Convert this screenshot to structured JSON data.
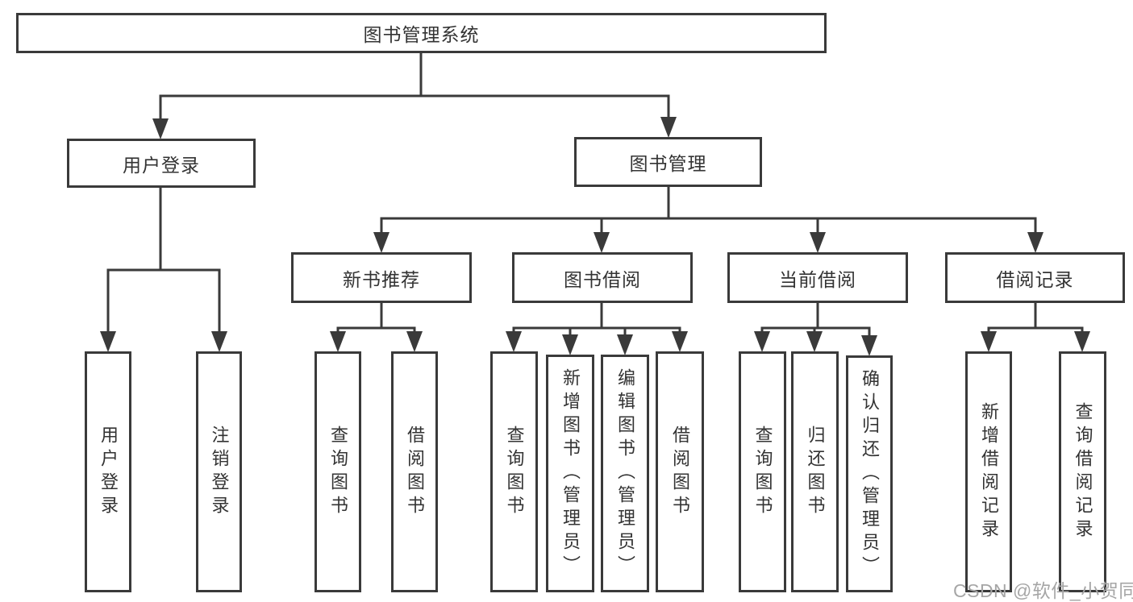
{
  "diagram": {
    "root": {
      "label": "图书管理系统"
    },
    "branches": [
      {
        "label": "用户登录",
        "children": [
          {
            "label": "用户登录"
          },
          {
            "label": "注销登录"
          }
        ]
      },
      {
        "label": "图书管理",
        "children": [
          {
            "label": "新书推荐",
            "children": [
              {
                "label": "查询图书"
              },
              {
                "label": "借阅图书"
              }
            ]
          },
          {
            "label": "图书借阅",
            "children": [
              {
                "label": "查询图书"
              },
              {
                "label": "新增图书（管理员）"
              },
              {
                "label": "编辑图书（管理员）"
              },
              {
                "label": "借阅图书"
              }
            ]
          },
          {
            "label": "当前借阅",
            "children": [
              {
                "label": "查询图书"
              },
              {
                "label": "归还图书"
              },
              {
                "label": "确认归还（管理员）"
              }
            ]
          },
          {
            "label": "借阅记录",
            "children": [
              {
                "label": "新增借阅记录"
              },
              {
                "label": "查询借阅记录"
              }
            ]
          }
        ]
      }
    ]
  },
  "watermark": {
    "text": "CSDN @软件_小贺同学"
  },
  "colors": {
    "line": "#3a3a3a",
    "text": "#333333",
    "background": "#ffffff",
    "watermark": "#a6a6a6"
  }
}
